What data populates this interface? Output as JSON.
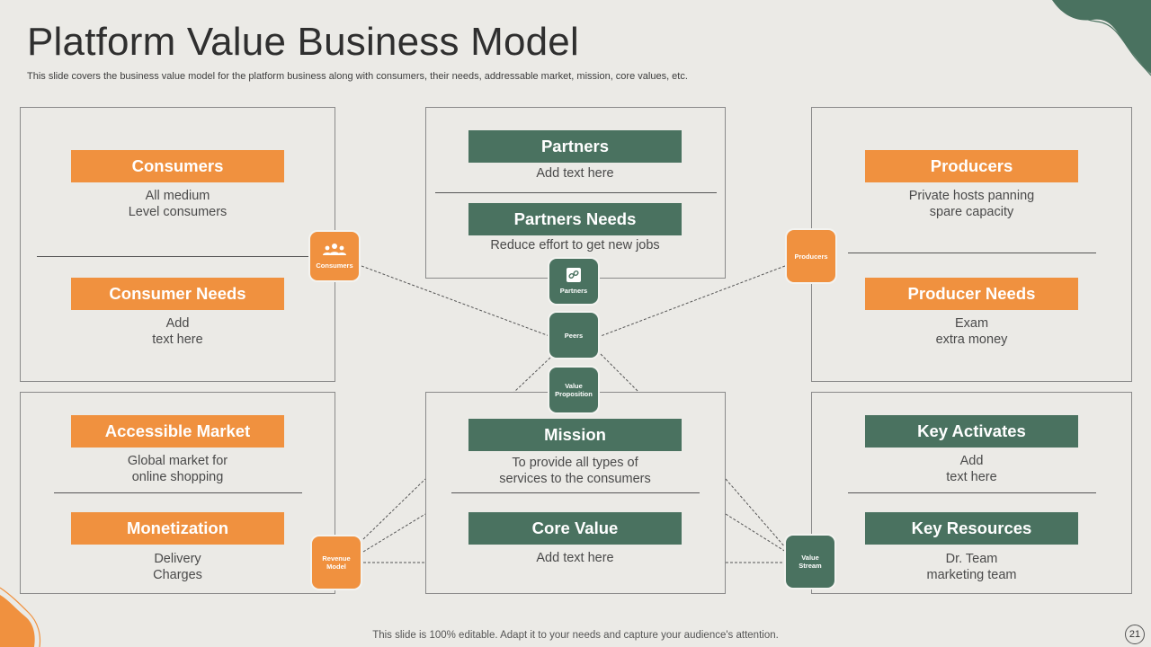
{
  "title": "Platform Value Business Model",
  "subtitle": "This slide covers the business value model for the platform business along with consumers, their needs, addressable market, mission, core values, etc.",
  "consumers": {
    "label": "Consumers",
    "line1": "All medium",
    "line2": "Level consumers"
  },
  "consumer_needs": {
    "label": "Consumer Needs",
    "line1": "Add",
    "line2": "text here"
  },
  "partners": {
    "label": "Partners",
    "line1": "Add text here"
  },
  "partners_needs": {
    "label": "Partners Needs",
    "line1": "Reduce effort to get  new jobs"
  },
  "producers": {
    "label": "Producers",
    "line1": "Private hosts panning",
    "line2": "spare capacity"
  },
  "producer_needs": {
    "label": "Producer Needs",
    "line1": "Exam",
    "line2": "extra money"
  },
  "accessible_market": {
    "label": "Accessible Market",
    "line1": "Global market for",
    "line2": "online shopping"
  },
  "monetization": {
    "label": "Monetization",
    "line1": "Delivery",
    "line2": "Charges"
  },
  "mission": {
    "label": "Mission",
    "line1": "To provide all types of",
    "line2": "services to the consumers"
  },
  "core_value": {
    "label": "Core Value",
    "line1": "Add text here"
  },
  "key_activates": {
    "label": "Key Activates",
    "line1": "Add",
    "line2": "text here"
  },
  "key_resources": {
    "label": "Key Resources",
    "line1": "Dr. Team",
    "line2": "marketing team"
  },
  "nodes": {
    "consumers": "Consumers",
    "partners": "Partners",
    "producers": "Producers",
    "peers": "Peers",
    "value_prop_1": "Value",
    "value_prop_2": "Proposition",
    "revenue_1": "Revenue",
    "revenue_2": "Model",
    "value_stream_1": "Value",
    "value_stream_2": "Stream"
  },
  "icons": {
    "consumers": "people-group-icon",
    "partners": "link-icon"
  },
  "colors": {
    "orange": "#F0913F",
    "green": "#4A7260",
    "background": "#EBEAE6"
  },
  "footer": "This slide is 100% editable. Adapt it to your needs and capture your audience's attention.",
  "page_number": "21"
}
